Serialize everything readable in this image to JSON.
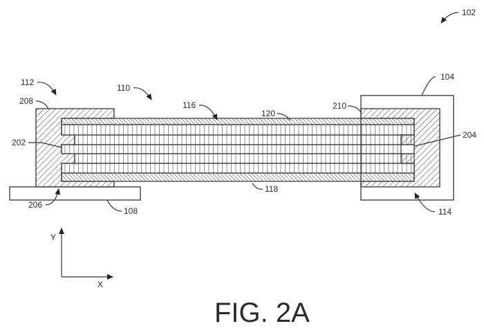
{
  "figure": {
    "title": "FIG. 2A",
    "labels": {
      "device": "102",
      "substrate_right": "104",
      "substrate_left": "108",
      "stack": "110",
      "electrode_left": "112",
      "electrode_right": "114",
      "top_cap_layer": "116",
      "bottom_cap_layer": "118",
      "top_surface": "120",
      "left_inner_contact": "202",
      "right_inner_contact": "204",
      "left_bottom_interface": "206",
      "left_top_corner": "208",
      "right_top_corner": "210"
    },
    "axes": {
      "y_label": "Y",
      "x_label": "X"
    }
  }
}
